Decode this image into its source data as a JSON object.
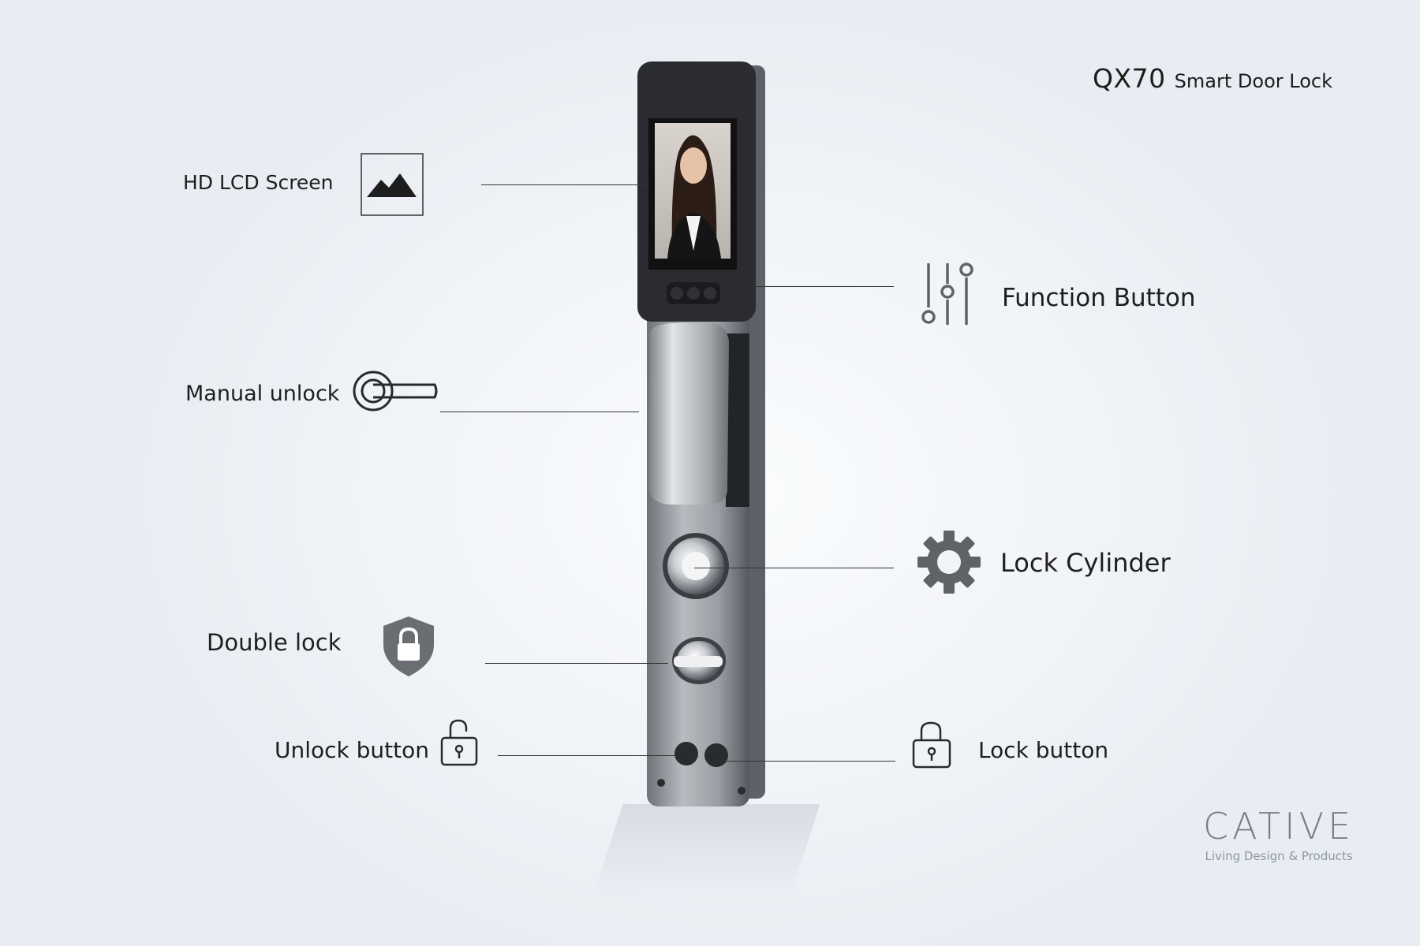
{
  "header": {
    "model": "QX70",
    "product": "Smart Door Lock"
  },
  "features": {
    "hd_lcd_screen": {
      "label": "HD LCD Screen",
      "icon": "image-icon"
    },
    "function_button": {
      "label": "Function Button",
      "icon": "sliders-icon"
    },
    "manual_unlock": {
      "label": "Manual unlock",
      "icon": "door-handle-icon"
    },
    "lock_cylinder": {
      "label": "Lock Cylinder",
      "icon": "gear-icon"
    },
    "double_lock": {
      "label": "Double lock",
      "icon": "shield-lock-icon"
    },
    "unlock_button": {
      "label": "Unlock button",
      "icon": "padlock-open-icon"
    },
    "lock_button": {
      "label": "Lock button",
      "icon": "padlock-closed-icon"
    }
  },
  "brand": {
    "name": "CATIVE",
    "tagline": "Living Design & Products"
  },
  "colors": {
    "background": "#eef2f6",
    "text": "#1e1e1e",
    "icon": "#5f6368",
    "device_body": "#8d9096",
    "device_head": "#2a2c31"
  }
}
